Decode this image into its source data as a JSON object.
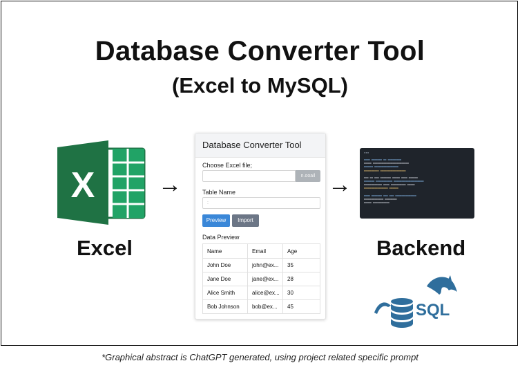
{
  "title": "Database Converter Tool",
  "subtitle": "(Excel to MySQL)",
  "labels": {
    "left": "Excel",
    "right": "Backend"
  },
  "arrows": {
    "left": "→",
    "right": "→"
  },
  "icons": {
    "excel": "excel-logo",
    "mysql": "mysql-logo",
    "code": "code-editor"
  },
  "colors": {
    "excel_green": "#1f7244",
    "excel_light": "#21a366",
    "mysql_blue": "#2f6e9c",
    "preview_button": "#3a87d8",
    "import_button": "#6c7686"
  },
  "panel": {
    "header": "Database Converter Tool",
    "file_label": "Choose Excel file;",
    "file_button": "n.ooail",
    "table_name_label": "Table Name",
    "table_name_placeholder": ":",
    "preview_button": "Preview",
    "import_button": "Import",
    "data_preview_label": "Data Preview",
    "table": {
      "headers": [
        "Name",
        "Email",
        "Age"
      ],
      "rows": [
        [
          "John Doe",
          "john@ex...",
          "35"
        ],
        [
          "Jane Doe",
          "jane@ex...",
          "28"
        ],
        [
          "Alice Smith",
          "alice@ex...",
          "30"
        ],
        [
          "Bob Johnson",
          "bob@ex...",
          "45"
        ]
      ]
    }
  },
  "mysql_text": "SQL",
  "caption": "*Graphical abstract is ChatGPT generated, using project related specific prompt"
}
